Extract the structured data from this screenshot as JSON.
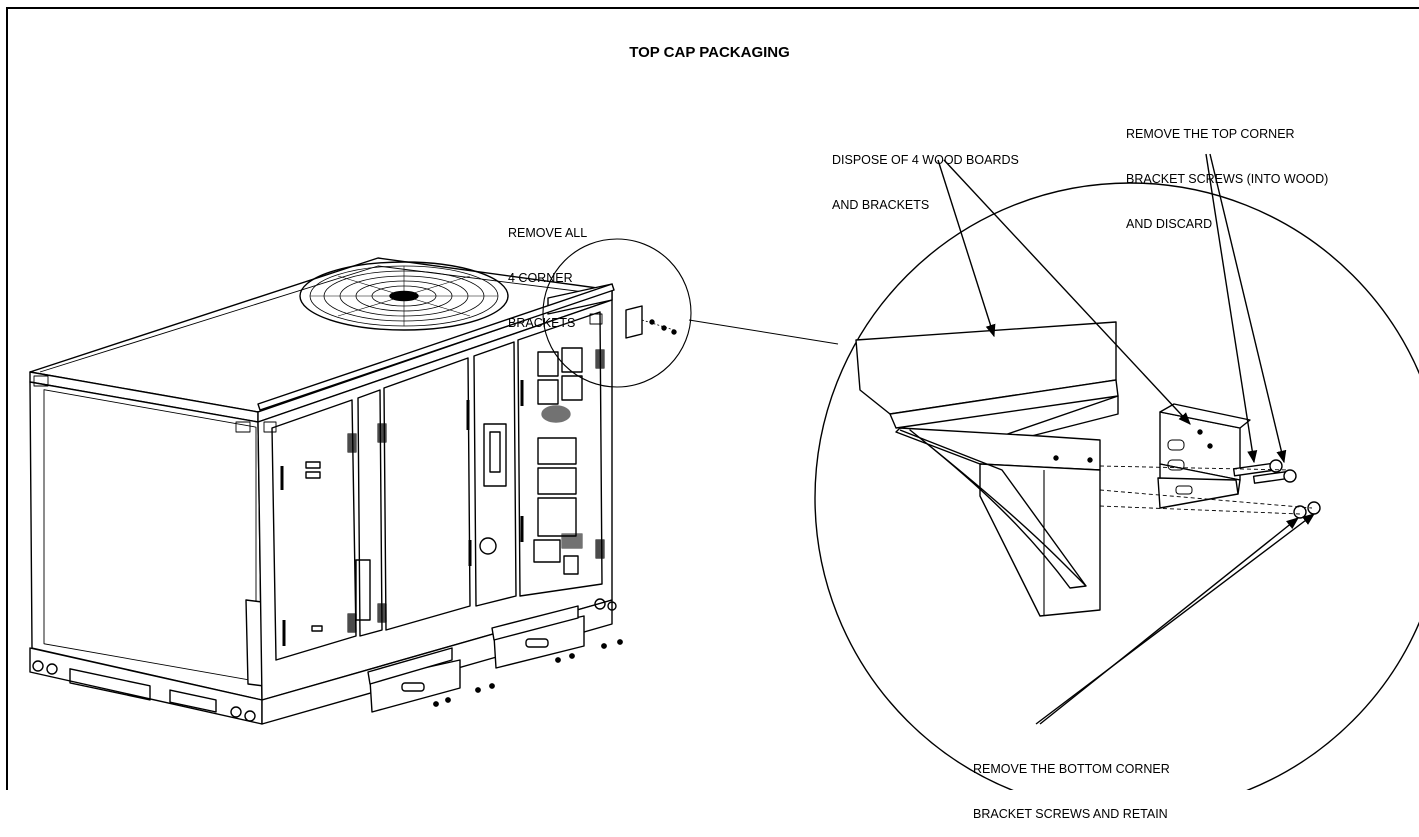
{
  "figure": {
    "title": "TOP CAP PACKAGING",
    "callouts": {
      "remove_corner_brackets": [
        "REMOVE ALL",
        "4 CORNER",
        "BRACKETS"
      ],
      "dispose_wood_boards": [
        "DISPOSE OF 4 WOOD BOARDS",
        "AND BRACKETS"
      ],
      "remove_top_screws": [
        "REMOVE THE TOP CORNER",
        "BRACKET SCREWS (INTO WOOD)",
        "AND DISCARD"
      ],
      "remove_bottom_screws": [
        "REMOVE THE BOTTOM CORNER",
        "BRACKET SCREWS AND RETAIN"
      ]
    }
  },
  "colors": {
    "line": "#000000",
    "panel_fill": "#ffffff",
    "background": "#ffffff"
  }
}
